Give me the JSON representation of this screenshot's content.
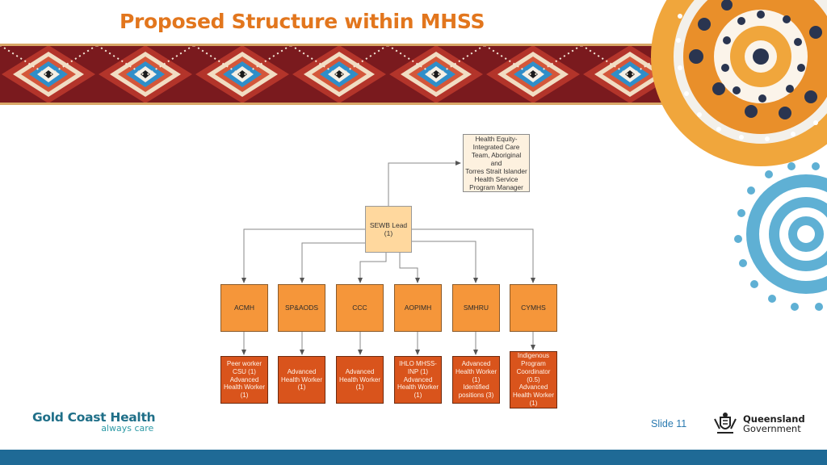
{
  "slide": {
    "title": "Proposed Structure within MHSS",
    "slide_number": "Slide 11"
  },
  "org_chart": {
    "top": "Health Equity-\nIntegrated Care\nTeam, Aboriginal and\nTorres Strait Islander\nHealth Service\nProgram Manager",
    "lead": "SEWB Lead\n(1)",
    "services": [
      "ACMH",
      "SP&AODS",
      "CCC",
      "AOPIMH",
      "SMHRU",
      "CYMHS"
    ],
    "positions": [
      "Peer worker\nCSU (1)\nAdvanced\nHealth Worker\n(1)",
      "Advanced\nHealth Worker\n(1)",
      "Advanced\nHealth Worker\n(1)",
      "IHLO MHSS-\nINP (1)\nAdvanced\nHealth Worker\n(1)",
      "Advanced\nHealth Worker\n(1)\nIdentified\npositions (3)",
      "Indigenous\nProgram\nCoordinator\n(0.5)\nAdvanced\nHealth Worker\n(1)"
    ]
  },
  "logos": {
    "gch_name": "Gold Coast Health",
    "gch_tagline": "always care",
    "qld_line1": "Queensland",
    "qld_line2": "Government"
  },
  "colors": {
    "title": "#e2761d",
    "service_box": "#f5963a",
    "position_box": "#d9541c",
    "lead_box": "#ffd89e",
    "footer": "#1f6a96"
  }
}
